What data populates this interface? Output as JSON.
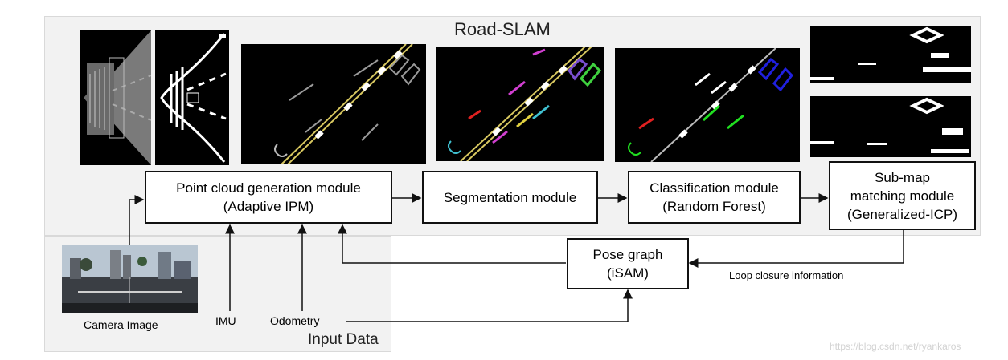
{
  "diagram": {
    "title": "Road-SLAM",
    "input_panel_title": "Input Data",
    "modules": {
      "point_cloud": {
        "line1": "Point cloud generation module",
        "line2": "(Adaptive IPM)"
      },
      "segmentation": {
        "line1": "Segmentation module"
      },
      "classification": {
        "line1": "Classification module",
        "line2": "(Random Forest)"
      },
      "submap": {
        "line1": "Sub-map",
        "line2": "matching module",
        "line3": "(Generalized-ICP)"
      },
      "pose_graph": {
        "line1": "Pose graph",
        "line2": "(iSAM)"
      }
    },
    "labels": {
      "camera_image": "Camera Image",
      "imu": "IMU",
      "odometry": "Odometry",
      "loop_closure": "Loop closure information"
    },
    "watermark": "https://blog.csdn.net/ryankaros"
  },
  "colors": {
    "panel": "#f2f2f2",
    "segment_purple": "#7a4fd0",
    "segment_green": "#3fd13f",
    "segment_pink": "#d03fd0",
    "segment_yellow": "#e0d040",
    "segment_cyan": "#40c0d0",
    "class_red": "#e02020",
    "class_green": "#20e020",
    "class_blue": "#2020e0"
  }
}
